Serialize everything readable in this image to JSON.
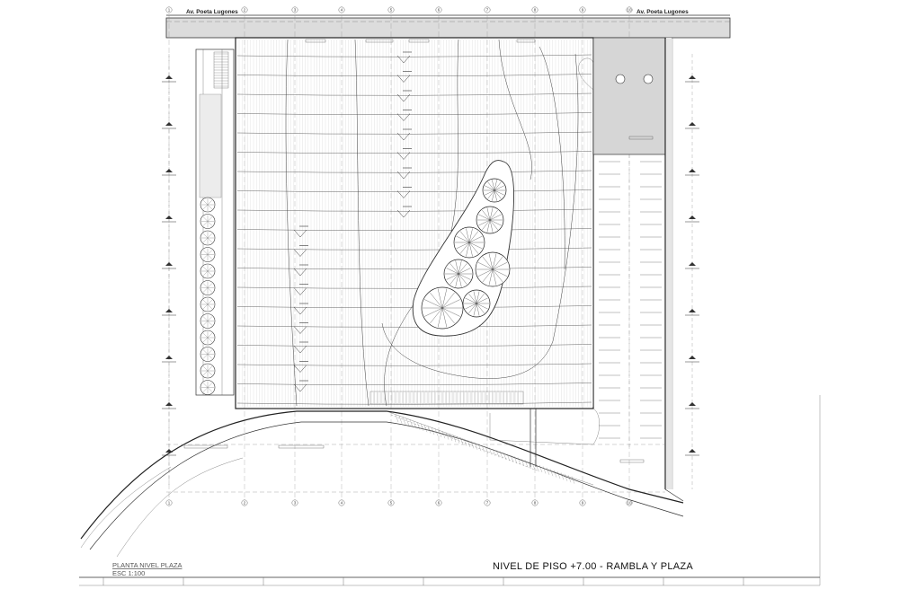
{
  "streets": {
    "left": "Av. Poeta Lugones",
    "right": "Av. Poeta Lugones"
  },
  "title_main": "NIVEL DE PISO +7.00 - RAMBLA Y PLAZA",
  "plan_label": {
    "line1": "PLANTA NIVEL PLAZA",
    "line2": "ESC 1:100"
  },
  "grid_columns": [
    "1",
    "2",
    "3",
    "4",
    "5",
    "6",
    "7",
    "8",
    "9",
    "10"
  ],
  "colors": {
    "line": "#333333",
    "hatch": "#d9d9d9",
    "paper": "#ffffff"
  }
}
